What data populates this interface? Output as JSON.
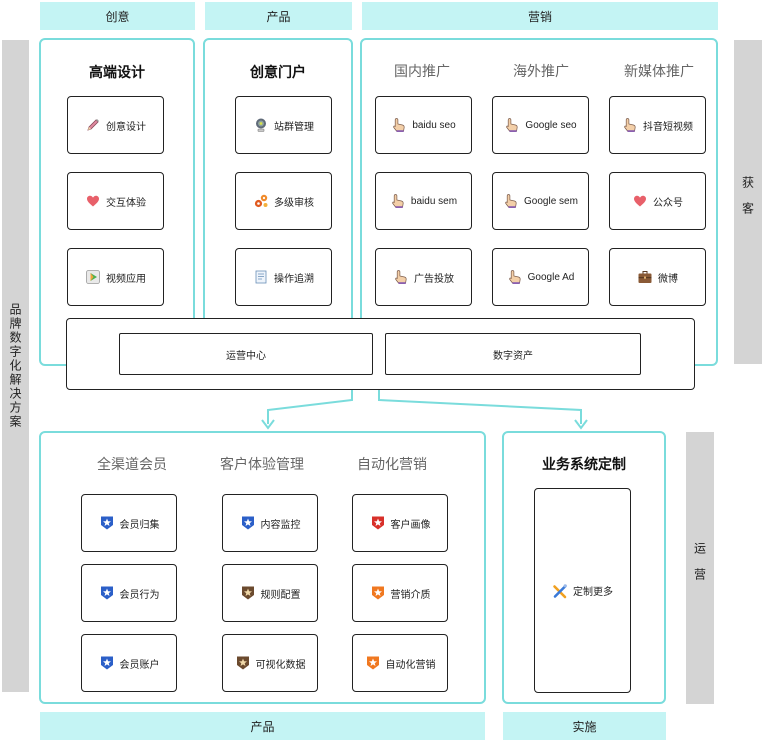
{
  "top_tags": {
    "creative": "创意",
    "product": "产品",
    "marketing": "营销"
  },
  "bottom_tags": {
    "product": "产品",
    "implement": "实施"
  },
  "left_side": "品牌数字化解决方案",
  "right_sides": {
    "acquire": "获客",
    "operate": "运营"
  },
  "creative_panel": {
    "title": "高端设计",
    "items": [
      {
        "label": "创意设计",
        "icon": "pencil-icon"
      },
      {
        "label": "交互体验",
        "icon": "heart-icon"
      },
      {
        "label": "视频应用",
        "icon": "video-play-icon"
      }
    ]
  },
  "product_panel": {
    "title": "创意门户",
    "items": [
      {
        "label": "站群管理",
        "icon": "network-icon"
      },
      {
        "label": "多级审核",
        "icon": "gears-icon"
      },
      {
        "label": "操作追溯",
        "icon": "document-icon"
      }
    ]
  },
  "marketing_panel": {
    "groups": [
      {
        "title": "国内推广",
        "items": [
          {
            "label": "baidu seo",
            "icon": "pointer-hand-icon"
          },
          {
            "label": "baidu sem",
            "icon": "pointer-hand-icon"
          },
          {
            "label": "广告投放",
            "icon": "pointer-hand-icon"
          }
        ]
      },
      {
        "title": "海外推广",
        "items": [
          {
            "label": "Google seo",
            "icon": "pointer-hand-icon"
          },
          {
            "label": "Google sem",
            "icon": "pointer-hand-icon"
          },
          {
            "label": "Google Ad",
            "icon": "pointer-hand-icon"
          }
        ]
      },
      {
        "title": "新媒体推广",
        "items": [
          {
            "label": "抖音短视频",
            "icon": "pointer-hand-icon"
          },
          {
            "label": "公众号",
            "icon": "heart-icon"
          },
          {
            "label": "微博",
            "icon": "briefcase-icon"
          }
        ]
      }
    ]
  },
  "ops_bar": {
    "left": "运营中心",
    "right": "数字资产"
  },
  "operations_panel": {
    "groups": [
      {
        "title": "全渠道会员",
        "items": [
          {
            "label": "会员归集",
            "icon": "star-badge-blue-icon"
          },
          {
            "label": "会员行为",
            "icon": "star-badge-blue-icon"
          },
          {
            "label": "会员账户",
            "icon": "star-badge-blue-icon"
          }
        ]
      },
      {
        "title": "客户体验管理",
        "items": [
          {
            "label": "内容监控",
            "icon": "star-badge-blue-icon"
          },
          {
            "label": "规则配置",
            "icon": "star-badge-brown-icon"
          },
          {
            "label": "可视化数据",
            "icon": "star-badge-brown-icon"
          }
        ]
      },
      {
        "title": "自动化营销",
        "items": [
          {
            "label": "客户画像",
            "icon": "star-badge-red-icon"
          },
          {
            "label": "营销介质",
            "icon": "star-badge-orange-icon"
          },
          {
            "label": "自动化营销",
            "icon": "star-badge-orange-icon"
          }
        ]
      }
    ]
  },
  "custom_panel": {
    "title": "业务系统定制",
    "item": {
      "label": "定制更多",
      "icon": "tools-cross-icon"
    }
  },
  "colors": {
    "accent": "#7adcdc",
    "tag_bg": "#c4f4f4",
    "side_bg": "#d4d4d4",
    "arrow": "#7adcdc"
  }
}
